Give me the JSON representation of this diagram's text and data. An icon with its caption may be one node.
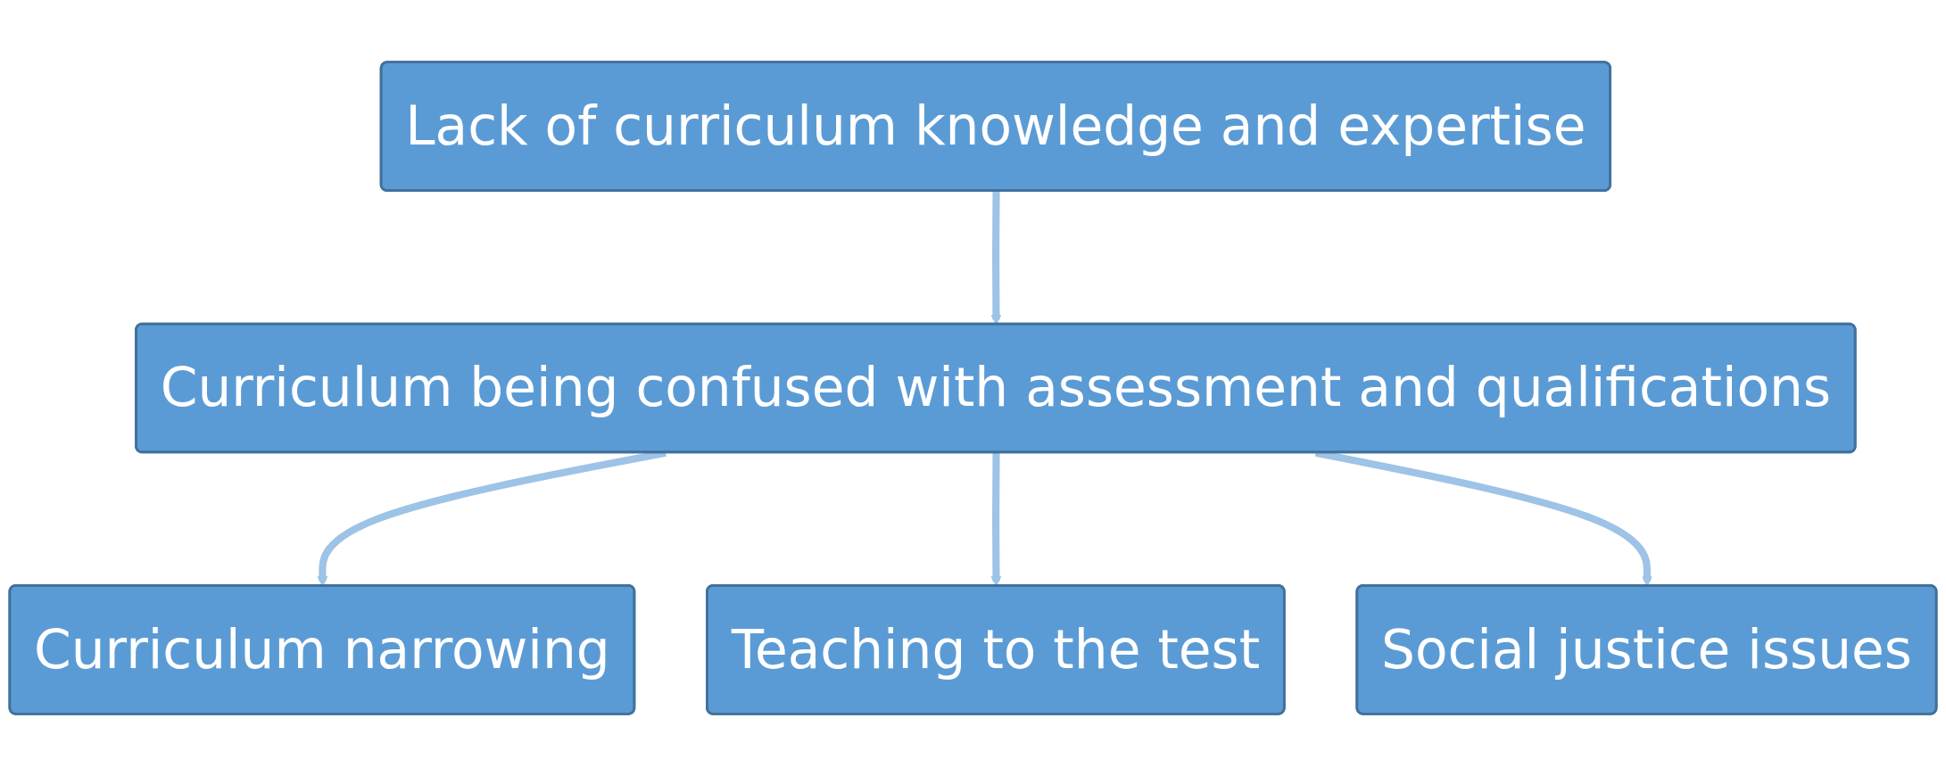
{
  "diagram": {
    "nodes": [
      {
        "text": [
          "Lack of curriculum knowledge and expertise"
        ]
      },
      {
        "text": [
          "Curriculum being confused with assessment and qualifications"
        ]
      },
      {
        "text": [
          "Curriculum narrowing"
        ]
      },
      {
        "text": [
          "Teaching to the test"
        ]
      },
      {
        "text": [
          "Social justice issues"
        ]
      }
    ],
    "edges": [
      {
        "from": 0,
        "to": 1,
        "arrow": "to"
      },
      {
        "from": 1,
        "to": 2,
        "arrow": "to"
      },
      {
        "from": 1,
        "to": 3,
        "arrow": "to"
      },
      {
        "from": 1,
        "to": 4,
        "arrow": "to"
      }
    ]
  }
}
